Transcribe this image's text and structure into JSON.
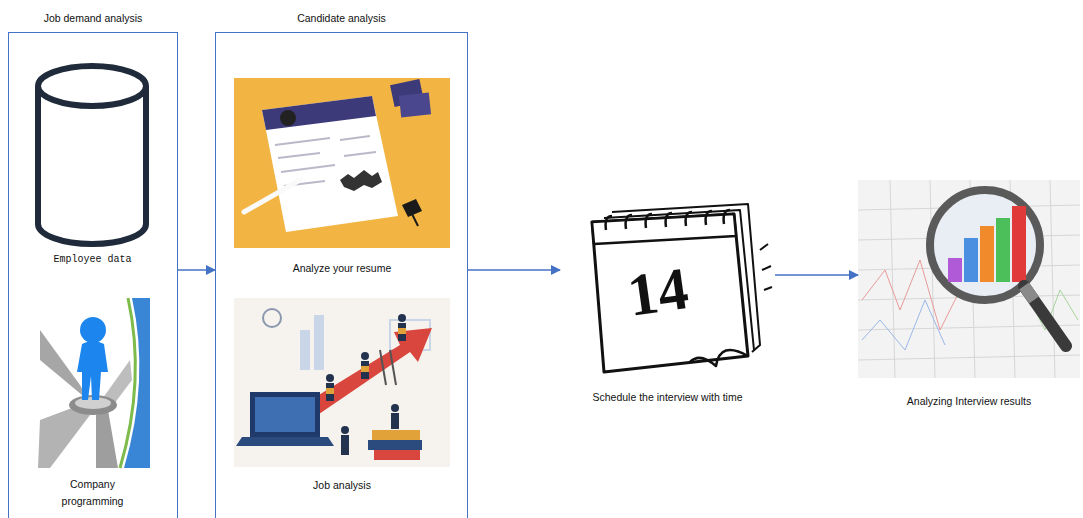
{
  "diagram": {
    "nodes": [
      {
        "text": [
          "Job demand analysis"
        ]
      },
      {
        "text": [
          "Employee data"
        ],
        "in": 0
      },
      {
        "text": [
          "Company programming"
        ],
        "in": 0
      },
      {
        "text": [
          "Candidate analysis"
        ]
      },
      {
        "text": [
          "Analyze your resume"
        ],
        "in": 3
      },
      {
        "text": [
          "Job analysis"
        ],
        "in": 3
      },
      {
        "text": [
          "Schedule the interview with time"
        ]
      },
      {
        "text": [
          "Analyzing Interview results"
        ]
      }
    ],
    "edges": [
      {
        "from": 0,
        "to": 3,
        "arrow": "to"
      },
      {
        "from": 3,
        "to": 6,
        "arrow": "to"
      },
      {
        "from": 6,
        "to": 7,
        "arrow": "to"
      }
    ],
    "labels": [
      "14"
    ]
  }
}
